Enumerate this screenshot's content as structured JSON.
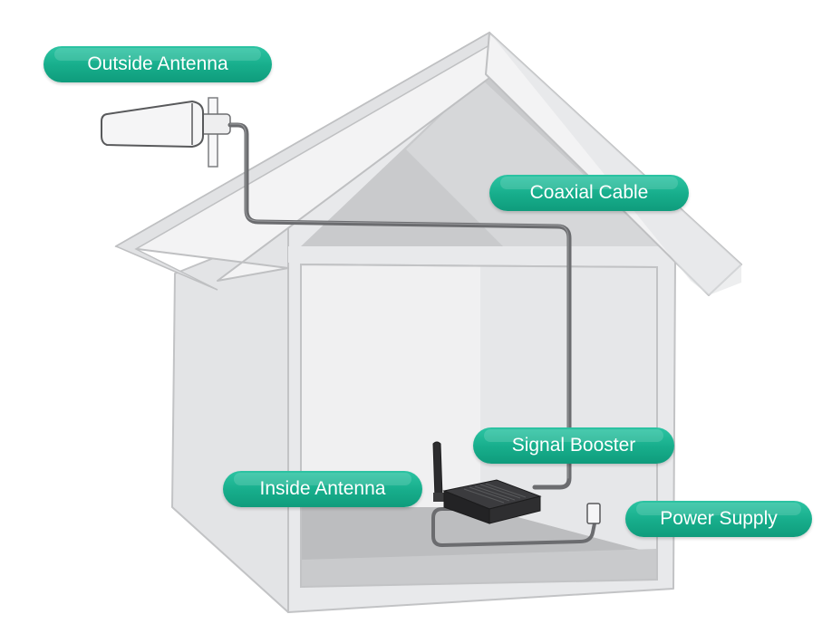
{
  "labels": {
    "outside_antenna": "Outside Antenna",
    "coaxial_cable": "Coaxial Cable",
    "signal_booster": "Signal Booster",
    "inside_antenna": "Inside Antenna",
    "power_supply": "Power Supply"
  },
  "colors": {
    "label_green": "#17ad8b",
    "wall_fill": "#e4e5e7",
    "roof_fill": "#f4f4f5",
    "interior_fill": "#f1f1f2",
    "floor_fill": "#bdbec0",
    "cable": "#6d6e71",
    "device": "#2b2b2d"
  }
}
